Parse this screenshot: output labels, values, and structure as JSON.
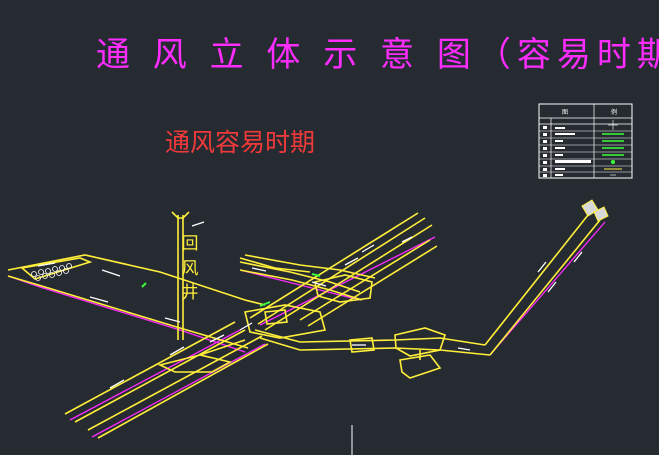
{
  "main_title": "通 风 立 体 示 意 图（容易时期）",
  "sub_title": "通风容易时期",
  "shaft_label": [
    "回",
    "风",
    "井"
  ],
  "legend_header": [
    "图",
    "例"
  ],
  "colors": {
    "background": "#262b32",
    "title": "#ff2cff",
    "subtitle": "#f03a3a",
    "tunnel_yellow": "#ffef3a",
    "tunnel_magenta": "#ff2cff",
    "airflow_white": "#ffffff",
    "legend_green": "#3aff3a"
  }
}
